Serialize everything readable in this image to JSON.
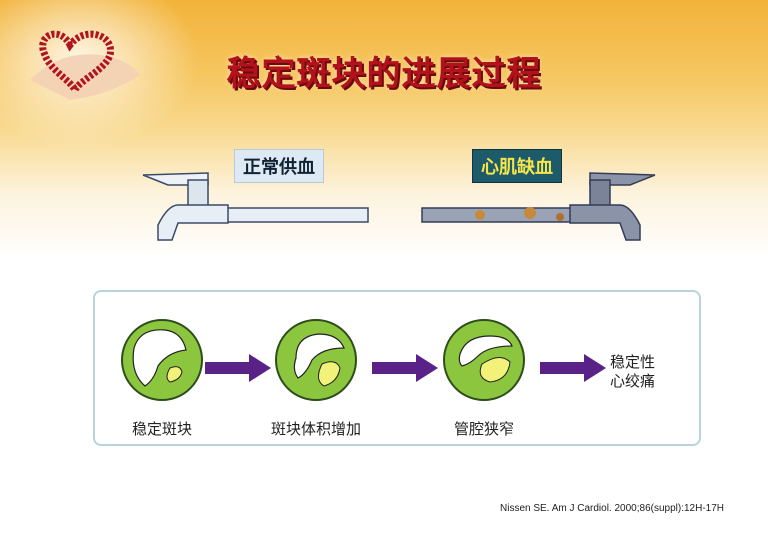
{
  "title": "稳定斑块的进展过程",
  "labels": {
    "normal": "正常供血",
    "ischemia": "心肌缺血"
  },
  "stages": [
    {
      "label": "稳定斑块"
    },
    {
      "label": "斑块体积增加"
    },
    {
      "label": "管腔狭窄"
    }
  ],
  "outcome": {
    "line1": "稳定性",
    "line2": "心绞痛"
  },
  "citation": "Nissen SE. Am J Cardiol. 2000;86(suppl):12H-17H",
  "colors": {
    "title": "#b3121c",
    "vessel": "#8cc63f",
    "arrow": "#5a2189",
    "plaque": "#f2f27a"
  }
}
